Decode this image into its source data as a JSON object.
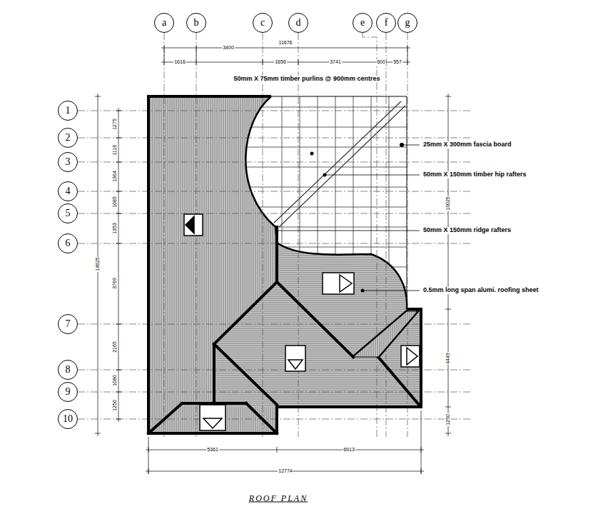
{
  "diagram": {
    "caption": "ROOF PLAN",
    "nodes": [
      {
        "text": [
          "a"
        ]
      },
      {
        "text": [
          "b"
        ]
      },
      {
        "text": [
          "c"
        ]
      },
      {
        "text": [
          "d"
        ]
      },
      {
        "text": [
          "e"
        ]
      },
      {
        "text": [
          "f"
        ]
      },
      {
        "text": [
          "g"
        ]
      },
      {
        "text": [
          "1"
        ]
      },
      {
        "text": [
          "2"
        ]
      },
      {
        "text": [
          "3"
        ]
      },
      {
        "text": [
          "4"
        ]
      },
      {
        "text": [
          "5"
        ]
      },
      {
        "text": [
          "6"
        ]
      },
      {
        "text": [
          "7"
        ]
      },
      {
        "text": [
          "8"
        ]
      },
      {
        "text": [
          "9"
        ]
      },
      {
        "text": [
          "10"
        ]
      }
    ],
    "labels": [
      "11676",
      "3400",
      "1616",
      "1656",
      "3741",
      "600",
      "557",
      "50mm X 75mm timber purlins @ 900mm centres",
      "25mm X 300mm fascia board",
      "50mm X 150mm timber hip rafters",
      "50mm X 150mm ridge rafters",
      "0.5mm long span alumi. roofing sheet",
      "1275",
      "1116",
      "1364",
      "1085",
      "1353",
      "3769",
      "2165",
      "1080",
      "1250",
      "14625",
      "10025",
      "4449",
      "1250",
      "5361",
      "6913",
      "12774"
    ]
  }
}
